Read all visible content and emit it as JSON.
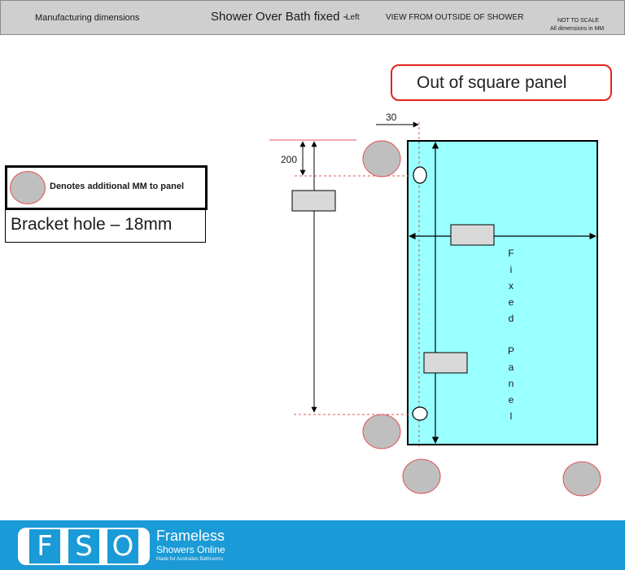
{
  "header": {
    "left": "Manufacturing dimensions",
    "title": "Shower Over Bath fixed -",
    "title_side": "Left",
    "view": "VIEW FROM OUTSIDE OF SHOWER",
    "scale": "NOT TO SCALE",
    "units": "All dimensions in MM"
  },
  "callout": {
    "text": "Out of square panel"
  },
  "legend": {
    "circle_label": "Denotes additional MM to panel",
    "bracket_label": "Bracket hole – 18mm"
  },
  "dimensions": {
    "top_offset": "30",
    "bracket_from_top": "200"
  },
  "panel": {
    "label_word1": [
      "F",
      "i",
      "x",
      "e",
      "d"
    ],
    "label_word2": [
      "P",
      "a",
      "n",
      "e",
      "l"
    ]
  },
  "colors": {
    "panel": "#99ffff",
    "footer": "#1a9ad6",
    "callout_border": "#e2231a",
    "marker": "#bfbfbf"
  },
  "footer": {
    "logo_letters": [
      "F",
      "S",
      "O"
    ],
    "brand_name": "Frameless",
    "brand_sub": "Showers Online",
    "tagline": "Made for Australian Bathrooms"
  }
}
